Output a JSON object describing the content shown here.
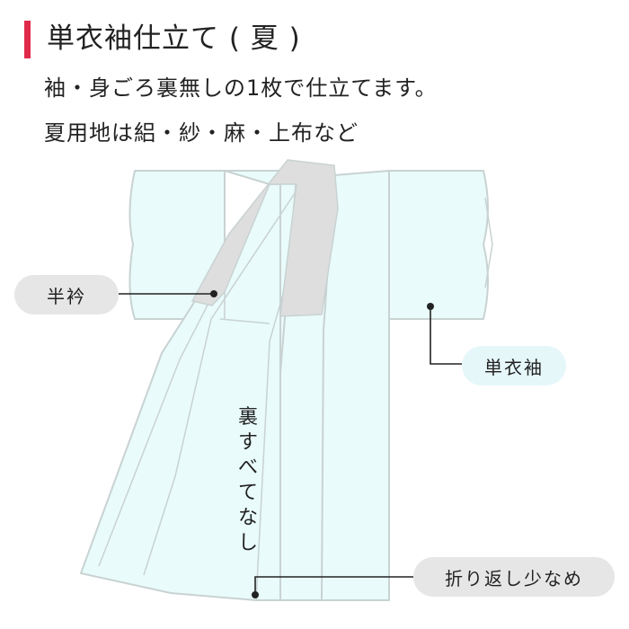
{
  "title": "単衣袖仕立て ( 夏 )",
  "description_lines": [
    "袖・身ごろ裏無しの1枚で仕立てます。",
    "夏用地は絽・紗・麻・上布など"
  ],
  "labels": {
    "han_eri": "半衿",
    "hitoe_sode": "単衣袖",
    "ura_nashi": "裏すべてなし",
    "orikaeshi": "折り返し少なめ"
  },
  "colors": {
    "accent": "#e02a4a",
    "kimono_fill": "#e9fbfb",
    "kimono_stroke": "#c9d2d2",
    "collar": "#dedede",
    "pill_gray": "#e6e6e6",
    "pill_blue": "#e6f7fa",
    "leader": "#222222"
  }
}
